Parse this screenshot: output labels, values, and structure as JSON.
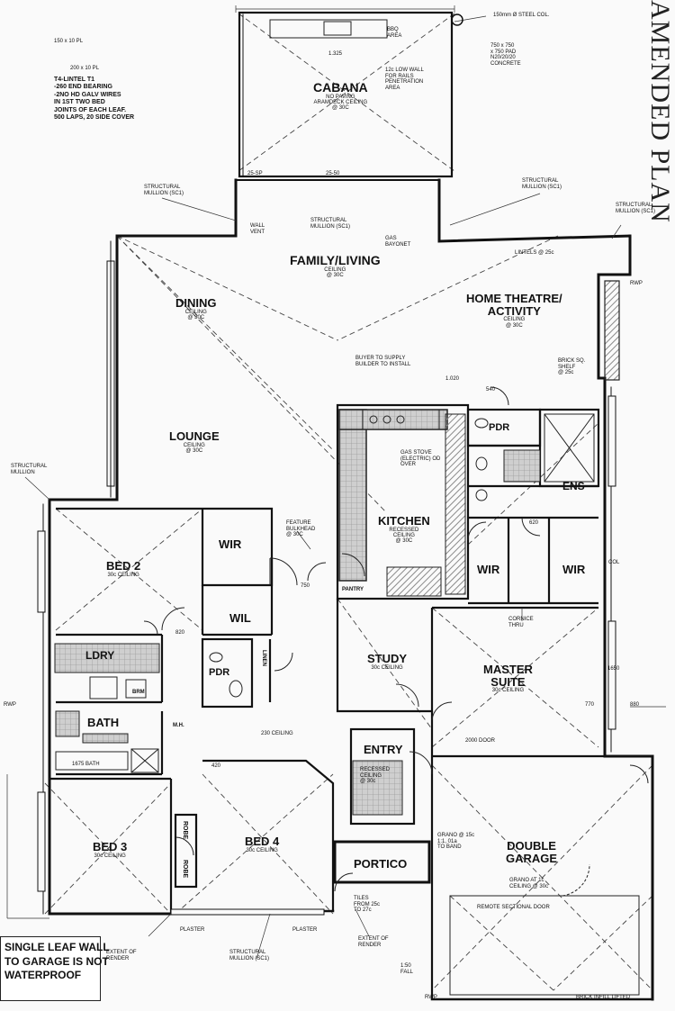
{
  "plan_title": "AMENDED PLAN",
  "rooms": {
    "cabana": "CABANA",
    "cabana_sub1": "NO PAVING",
    "cabana_sub2": "ARAMDECK CEILING",
    "cabana_sub3": "@ 30C",
    "family": "FAMILY/LIVING",
    "family_sub1": "CEILING",
    "family_sub2": "@ 30C",
    "dining": "DINING",
    "dining_sub1": "CEILING",
    "dining_sub2": "@ 30C",
    "lounge": "LOUNGE",
    "lounge_sub1": "CEILING",
    "lounge_sub2": "@ 30C",
    "home_theatre": "HOME THEATRE/",
    "activity": "ACTIVITY",
    "activity_sub1": "CEILING",
    "activity_sub2": "@ 30C",
    "kitchen": "KITCHEN",
    "kitchen_sub1": "RECESSED",
    "kitchen_sub2": "CEILING",
    "kitchen_sub3": "@ 30C",
    "pdr_top": "PDR",
    "ens": "ENS",
    "wir_master_1": "WIR",
    "wir_master_2": "WIR",
    "bed2": "BED 2",
    "bed2_sub": "30c CEILING",
    "wir_bed2": "WIR",
    "wil": "WIL",
    "ldry": "LDRY",
    "pdr_bottom": "PDR",
    "bath": "BATH",
    "study": "STUDY",
    "study_sub": "30c CEILING",
    "master": "MASTER",
    "suite": "SUITE",
    "suite_sub": "30c CEILING",
    "entry": "ENTRY",
    "bed3": "BED 3",
    "bed3_sub": "30c CEILING",
    "bed4": "BED 4",
    "bed4_sub": "30c CEILING",
    "portico": "PORTICO",
    "double": "DOUBLE",
    "garage": "GARAGE",
    "robe1": "ROBE",
    "robe2": "ROBE",
    "pantry": "PANTRY",
    "linen": "LINEN",
    "brm": "BRM",
    "mh": "M.H."
  },
  "notes": {
    "lintel": "T4-LINTEL T1\n-260 END BEARING\n-2NO HD GALV WIRES\nIN 1ST TWO BED\nJOINTS OF EACH LEAF.\n500 LAPS, 20 SIDE COVER",
    "pl_top": "150 x 10 PL",
    "pl_bottom": "200 x 10 PL",
    "steel_col": "150mm Ø\nSTEEL COL.",
    "pad": "750 x 750\nx 750 PAD\nN20/20/20\nCONCRETE",
    "bbq": "BBQ\nAREA",
    "low_wall": "12c LOW WALL\nFOR RAILS\nPENETRATION\nAREA",
    "mullion_left": "STRUCTURAL\nMULLION (SC1)",
    "mullion_mid": "STRUCTURAL\nMULLION (SC1)",
    "mullion_right": "STRUCTURAL\nMULLION (SC1)",
    "mullion_far": "STRUCTURAL\nMULLION (SC1)",
    "mullion_bottom": "STRUCTURAL\nMULLION (SC1)",
    "mullion_west": "STRUCTURAL\nMULLION",
    "wall_vent": "WALL\nVENT",
    "gas_bayonet": "GAS\nBAYONET",
    "lintels": "LINTELS @ 25c",
    "builder_supply": "BUYER TO SUPPLY\nBUILDER TO INSTALL",
    "gas_stove": "GAS STOVE\n(ELECTRIC) OD\nOVER",
    "brick_sq": "BRICK SQ.\nSHELF\n@ 25c",
    "feature": "FEATURE\nBULKHEAD\n@ 30C",
    "cornice": "CORNICE\nTHRU",
    "ceiling_230": "230 CEILING",
    "ceiling_garage": "GRANO AT 1c\nCEILING @ 30c",
    "ceiling_entry": "RECESSED\nCEILING\n@ 30c",
    "remote_door": "REMOTE SECTIONAL DOOR",
    "extent_render": "EXTENT OF\nRENDER",
    "extent_render2": "EXTENT OF\nRENDER",
    "plaster_1": "PLASTER",
    "plaster_2": "PLASTER",
    "tiles_from": "TILES\nFROM 25c\nTO 27c",
    "rwp": "RWP",
    "fall": "1:50\nFALL",
    "infill": "BRICK INFILL\nLIFTED",
    "bath_note": "1675 BATH",
    "wall_col": "COL",
    "dim_1325": "1.325",
    "dim_1020": "1.020",
    "dim_25sp": "25-SP",
    "dim_2550": "25-50",
    "dim_750": "750",
    "dim_820": "820",
    "dim_620": "620",
    "dim_540": "540",
    "dim_420": "420",
    "dim_2000": "2000 DOOR",
    "dim_880": "880",
    "dim_770": "770",
    "dim_1650": "1650",
    "grno": "GRANO @ 15c\n1:1, 01a\nTO BAND",
    "linen_cupboard": "LINEN"
  },
  "warning": "SINGLE LEAF WALL\nTO GARAGE IS NOT\nWATERPROOF",
  "colors": {
    "ink": "#111111",
    "paper": "#fafafa",
    "hatch": "#9a9a9a"
  }
}
